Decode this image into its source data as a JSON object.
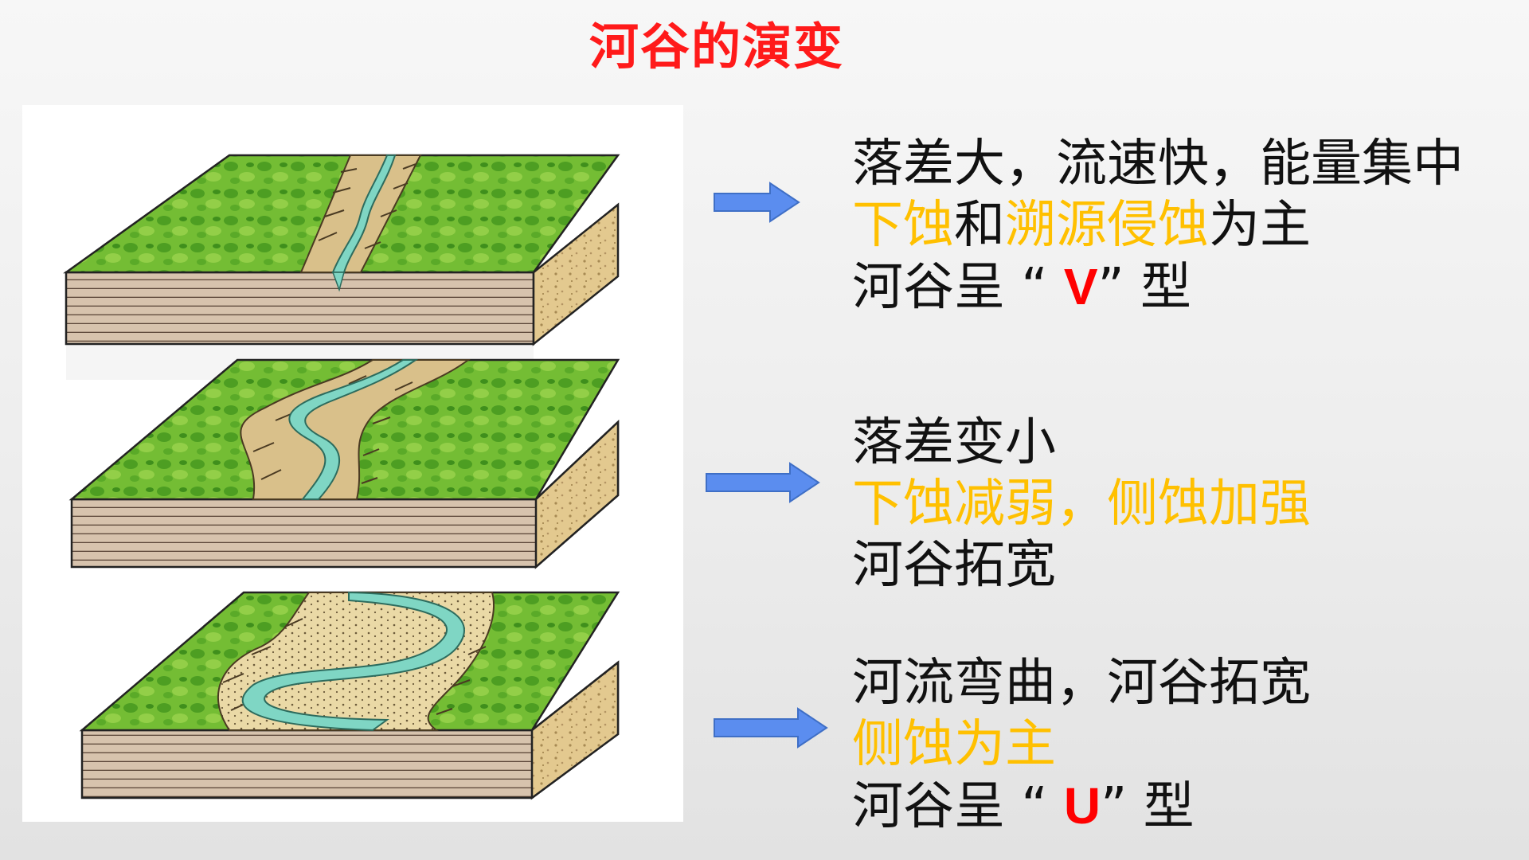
{
  "title": "河谷的演变",
  "colors": {
    "title": "#ff1a1a",
    "highlight": "#ffc000",
    "shape_letter": "#ff0000",
    "arrow": "#5b8def",
    "body_text": "#111111"
  },
  "figure": {
    "icons": [
      "v-valley-block",
      "widening-valley-block",
      "u-valley-block"
    ]
  },
  "stages": [
    {
      "line1": "落差大，流速快，能量集中",
      "line2": {
        "a": "下蚀",
        "b": "和",
        "c": "溯源侵蚀",
        "d": "为主"
      },
      "line3": {
        "prefix": "河谷呈 “ ",
        "shape": "V",
        "suffix": "” 型"
      }
    },
    {
      "line1": "落差变小",
      "line2": "下蚀减弱，侧蚀加强",
      "line3": "河谷拓宽"
    },
    {
      "line1": "河流弯曲，河谷拓宽",
      "line2": "侧蚀为主",
      "line3": {
        "prefix": "河谷呈 “ ",
        "shape": "U",
        "suffix": "” 型"
      }
    }
  ]
}
